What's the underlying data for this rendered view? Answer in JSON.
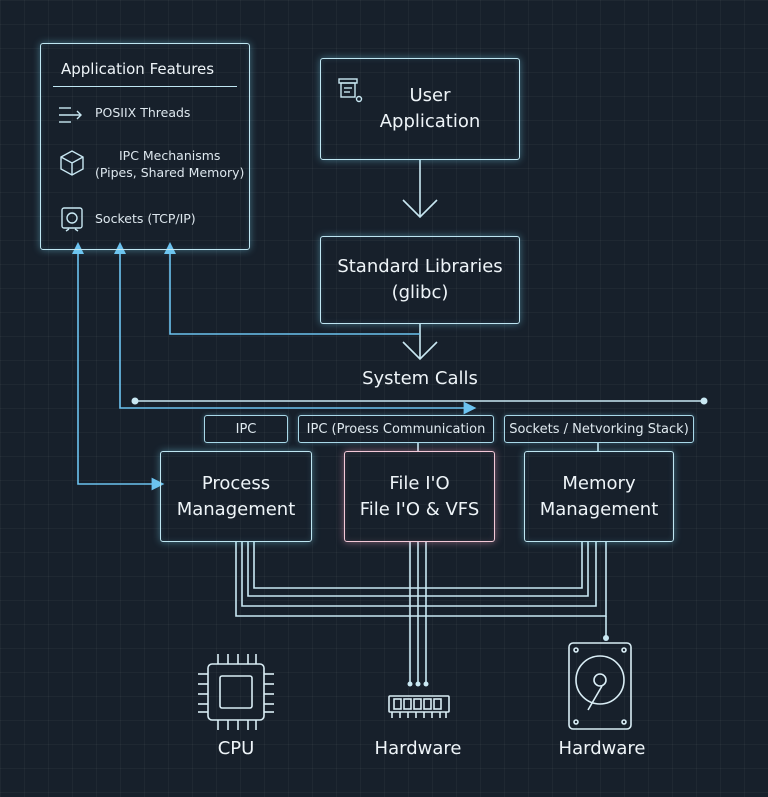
{
  "features": {
    "title": "Application Features",
    "items": [
      {
        "label": "POSIIX Threads",
        "icon": "threads-icon"
      },
      {
        "label": "IPC Mechanisms",
        "sub": "(Pipes, Shared Memory)",
        "icon": "cube-icon"
      },
      {
        "label": "Sockets (TCP/IP)",
        "icon": "gear-icon"
      }
    ]
  },
  "user_app": {
    "line1": "User",
    "line2": "Application"
  },
  "std_libs": {
    "line1": "Standard Libraries",
    "line2": "(glibc)"
  },
  "system_calls": "System Calls",
  "tags": {
    "ipc": "IPC",
    "ipc_process": "IPC (Proess Communication",
    "sockets": "Sockets / Netvorking Stack)"
  },
  "process_mgmt": {
    "line1": "Process",
    "line2": "Management"
  },
  "file_io": {
    "line1": "File I'O",
    "line2": "File I'O & VFS"
  },
  "memory_mgmt": {
    "line1": "Memory",
    "line2": "Management"
  },
  "hardware_labels": {
    "cpu": "CPU",
    "ram": "Hardware",
    "disk": "Hardware"
  },
  "colors": {
    "line": "#c9e8f3",
    "accent_blue": "#6cc3f0",
    "pink": "#f3c9d8"
  }
}
